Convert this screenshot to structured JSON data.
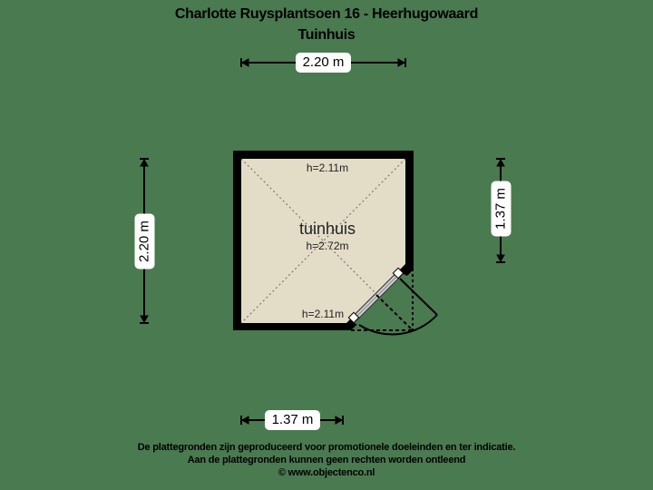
{
  "header": {
    "address": "Charlotte Ruysplantsoen 16 - Heerhugowaard",
    "subtitle": "Tuinhuis"
  },
  "dimensions": {
    "top": "2.20 m",
    "left": "2.20 m",
    "right": "1.37 m",
    "bottom": "1.37 m"
  },
  "room": {
    "name": "tuinhuis",
    "height_center": "h=2.72m",
    "height_top": "h=2.11m",
    "height_bottom": "h=2.11m"
  },
  "footer": {
    "line1": "De plattegronden zijn geproduceerd voor promotionele doeleinden en ter indicatie.",
    "line2": "Aan de plattegronden kunnen geen rechten worden ontleend",
    "line3": "© www.objectenco.nl"
  },
  "colors": {
    "background": "#4a7a4f",
    "floor": "#e3dcc7",
    "wall": "#000000",
    "label_bg": "#ffffff"
  }
}
